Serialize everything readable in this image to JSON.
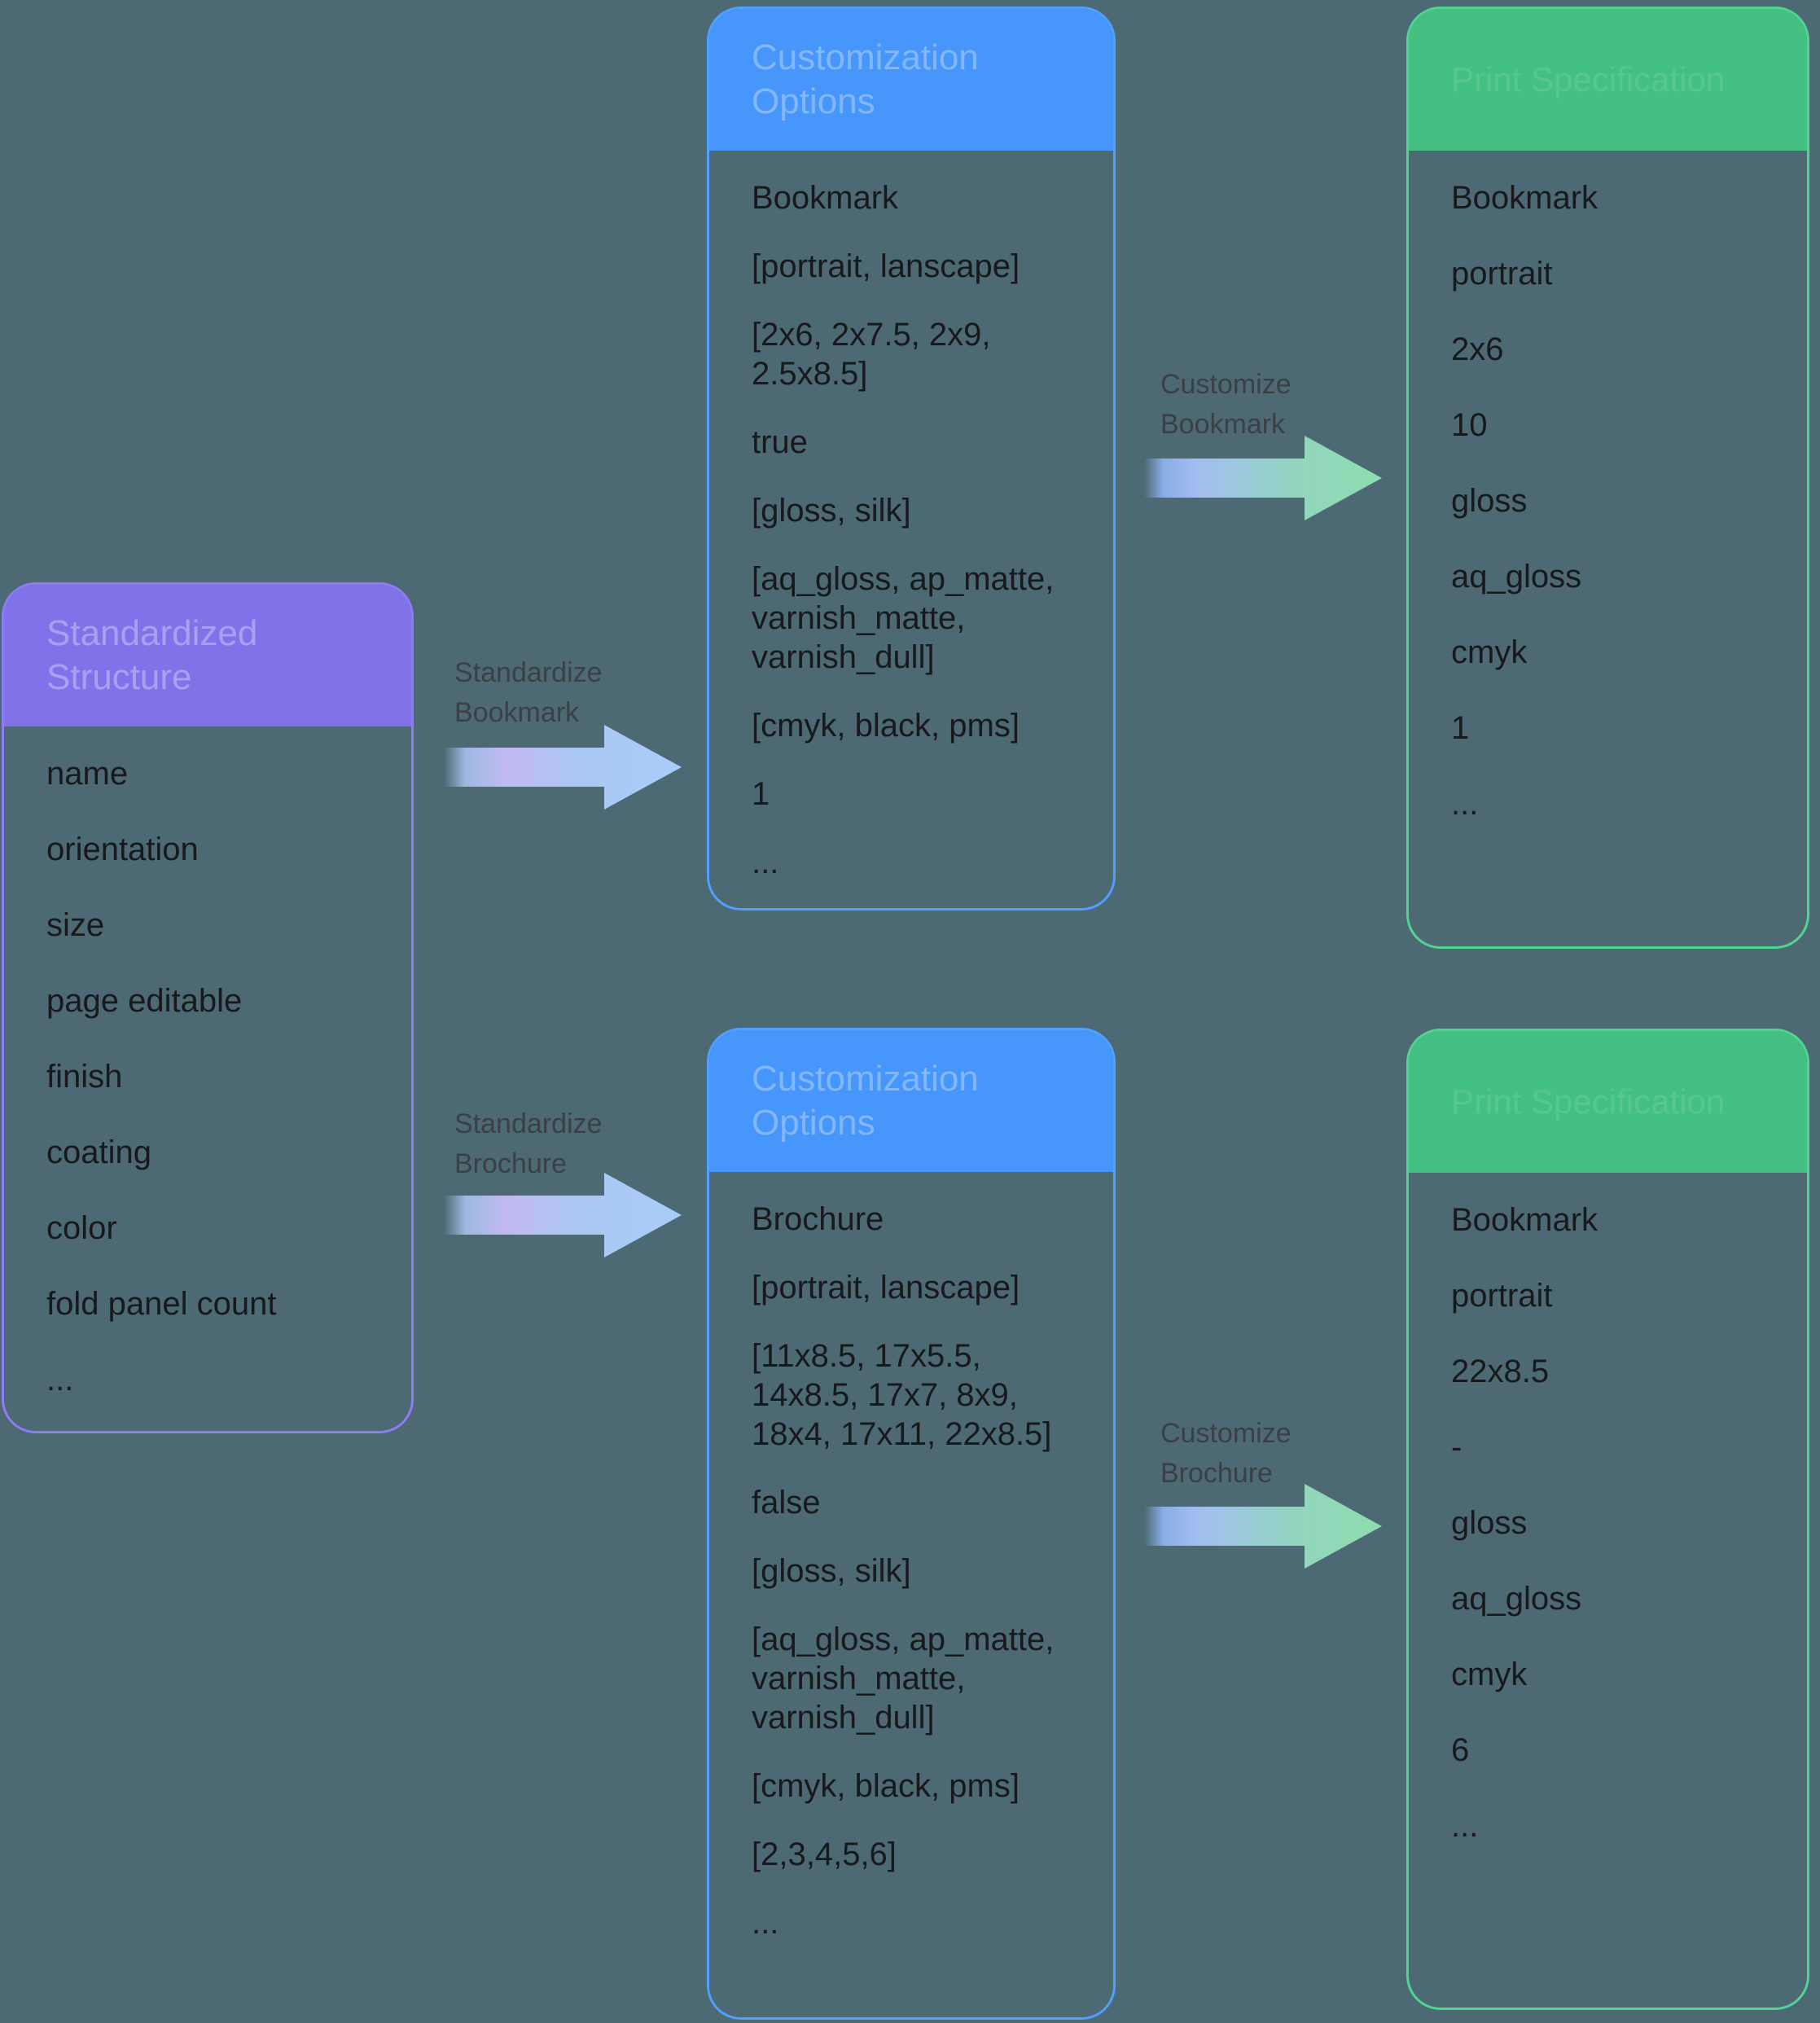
{
  "colors": {
    "background": "#4D6973",
    "purple_fill": "#8272E9",
    "purple_border": "#8D7CF4",
    "blue_fill": "#4796FB",
    "blue_border": "#4FA0FF",
    "green_fill": "#44C182",
    "green_border": "#50D493",
    "body_text": "#17191D",
    "label_text": "#3A4046",
    "standardize_arrow_gradient": [
      "#AAC7F2",
      "#C2B9F1",
      "#A9CDF9"
    ],
    "customize_arrow_gradient": [
      "#8FB5F2",
      "#A3BDF1",
      "#8FDCB0"
    ]
  },
  "cards": {
    "source": {
      "title": "Standardized Structure",
      "items": [
        "name",
        "orientation",
        "size",
        "page editable",
        "finish",
        "coating",
        "color",
        "fold panel count",
        "..."
      ]
    },
    "bookmark_options": {
      "title": "Customization Options",
      "items": [
        "Bookmark",
        "[portrait, lanscape]",
        "[2x6, 2x7.5, 2x9, 2.5x8.5]",
        "true",
        "[gloss, silk]",
        "[aq_gloss, ap_matte, varnish_matte, varnish_dull]",
        "[cmyk, black, pms]",
        "1",
        "..."
      ]
    },
    "bookmark_result": {
      "title": "Print Specification",
      "items": [
        "Bookmark",
        "portrait",
        "2x6",
        "10",
        "gloss",
        "aq_gloss",
        "cmyk",
        "1",
        "..."
      ]
    },
    "brochure_options": {
      "title": "Customization Options",
      "items": [
        "Brochure",
        "[portrait, lanscape]",
        "[11x8.5, 17x5.5, 14x8.5, 17x7, 8x9, 18x4, 17x11, 22x8.5]",
        "false",
        "[gloss, silk]",
        "[aq_gloss, ap_matte, varnish_matte, varnish_dull]",
        "[cmyk, black, pms]",
        "[2,3,4,5,6]",
        "..."
      ]
    },
    "brochure_result": {
      "title": "Print Specification",
      "items": [
        "Bookmark",
        "portrait",
        "22x8.5",
        "-",
        "gloss",
        "aq_gloss",
        "cmyk",
        "6",
        "..."
      ]
    }
  },
  "arrows": {
    "standardize_bookmark": {
      "label": "Standardize\nBookmark"
    },
    "customize_bookmark": {
      "label": "Customize\nBookmark"
    },
    "standardize_brochure": {
      "label": "Standardize\nBrochure"
    },
    "customize_brochure": {
      "label": "Customize\nBrochure"
    }
  }
}
